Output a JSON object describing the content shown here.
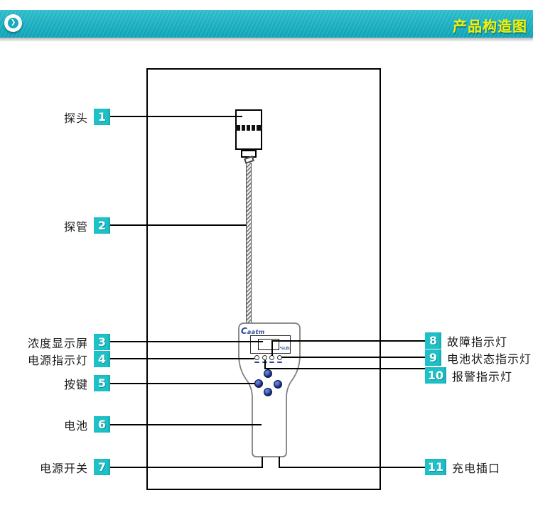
{
  "header": {
    "title": "产品构造图",
    "chevron": "❯",
    "bar_color": "#14aebf",
    "title_color": "#f8f000",
    "badge_color": "#1cc2c8"
  },
  "labels_left": [
    {
      "num": "1",
      "text": "探头"
    },
    {
      "num": "2",
      "text": "探管"
    },
    {
      "num": "3",
      "text": "浓度显示屏"
    },
    {
      "num": "4",
      "text": "电源指示灯"
    },
    {
      "num": "5",
      "text": "按键"
    },
    {
      "num": "6",
      "text": "电池"
    },
    {
      "num": "7",
      "text": "电源开关"
    }
  ],
  "labels_right": [
    {
      "num": "8",
      "text": "故障指示灯"
    },
    {
      "num": "9",
      "text": "电池状态指示灯"
    },
    {
      "num": "10",
      "text": "报警指示灯"
    },
    {
      "num": "11",
      "text": "充电插口"
    }
  ],
  "device": {
    "brand_initial": "C",
    "brand_rest": "aatm",
    "screen_unit": "%LEL"
  }
}
